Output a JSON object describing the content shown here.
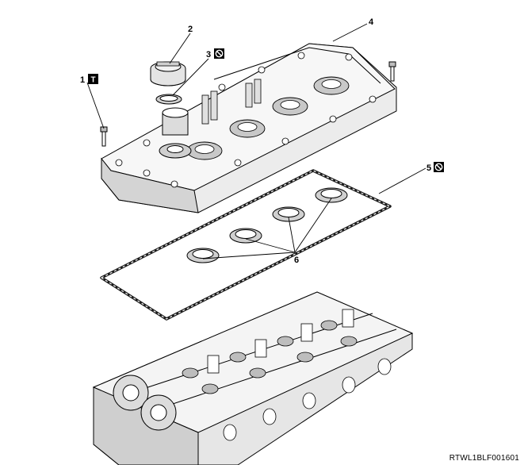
{
  "callouts": [
    {
      "id": "1",
      "label": "1",
      "symbol": "torque-icon",
      "symbol_char": "T"
    },
    {
      "id": "2",
      "label": "2"
    },
    {
      "id": "3",
      "label": "3",
      "symbol": "no-reuse-icon"
    },
    {
      "id": "4",
      "label": "4"
    },
    {
      "id": "5",
      "label": "5",
      "symbol": "no-reuse-icon"
    },
    {
      "id": "6",
      "label": "6"
    }
  ],
  "reference_code": "RTWL1BLF001601",
  "colors": {
    "line": "#000000",
    "part_light": "#f2f2f2",
    "part_mid": "#d9d9d9",
    "part_dark": "#a8a8a8",
    "gasket": "#1a1a1a"
  }
}
